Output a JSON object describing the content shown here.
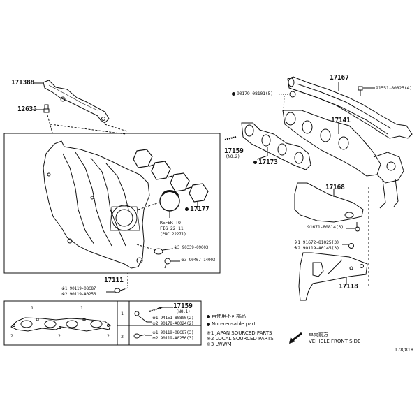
{
  "diagram": {
    "title": "Exhaust and Intake Manifold Parts Diagram",
    "figure_code": "178/818",
    "parts": {
      "gasket_171388": "171388",
      "bolt_12635": "12635",
      "exhaust_heat_insulator_17167": "17167",
      "bolt_91551": "91551-80825(4)",
      "nut_90179": "90179-08101(5)",
      "exhaust_manifold_17141": "17141",
      "stud_17159": "17159",
      "stud_17159_note": "(NO.2)",
      "gasket_17173": "17173",
      "gasket_17177": "17177",
      "heat_insulator_17168": "17168",
      "bolt_91671": "91671-80814(3)",
      "bolt_91672_line1": "※1 91672-81025(3)",
      "bolt_91672_line2": "※2 90119-A0145(3)",
      "stay_17118": "17118",
      "intake_manifold_17111": "17111",
      "bolt_90119_line1": "※1 90119-08C87",
      "bolt_90119_line2": "※2 90119-A0256",
      "refer_line1": "REFER TO",
      "refer_line2": "FIG 22 11",
      "refer_line3": "(PNC 22271)",
      "oring_90339": "※3 90339-09003",
      "clamp_90467": "※3 90467 14003"
    },
    "inset": {
      "callouts_1": [
        "1",
        "1"
      ],
      "callouts_2": [
        "2",
        "2",
        "2"
      ],
      "row1": {
        "index": "1",
        "part": "17159",
        "part_note": "(NO.1)",
        "line1": "※1 94151-80800(2)",
        "line2": "※2 90178-A0024(2)"
      },
      "row2": {
        "index": "2",
        "line1": "※1 90119-08C87(3)",
        "line2": "※2 90119-A0256(3)"
      }
    },
    "legend": {
      "jp_nonreusable": "再使用不可部品",
      "nonreusable": "Non-reusable part",
      "japan_sourced": "※1 JAPAN SOURCED PARTS",
      "local_sourced": "※2 LOCAL SOURCED PARTS",
      "wwm": "※3 LWWM"
    },
    "direction": {
      "jp_label": "車両前方",
      "label": "VEHICLE FRONT SIDE"
    }
  }
}
